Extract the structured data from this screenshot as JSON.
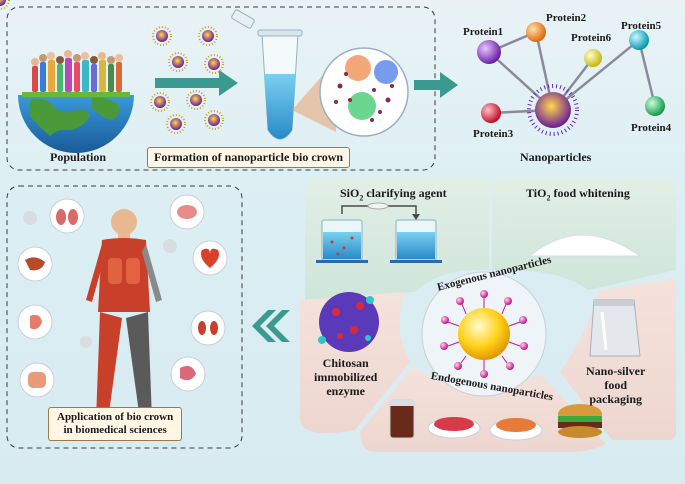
{
  "top": {
    "population_label": "Population",
    "bio_crown_label": "Formation of nanoparticle bio crown",
    "nanoparticles_label": "Nanoparticles",
    "proteins": [
      {
        "label": "Protein1",
        "color": "#8b3fc7"
      },
      {
        "label": "Protein2",
        "color": "#f08a1e"
      },
      {
        "label": "Protein3",
        "color": "#d8263a"
      },
      {
        "label": "Protein4",
        "color": "#2fb36a"
      },
      {
        "label": "Protein5",
        "color": "#19b7c8"
      },
      {
        "label": "Protein6",
        "color": "#d8d828"
      }
    ]
  },
  "left_panel": {
    "caption_line1": "Application of bio crown",
    "caption_line2": "in biomedical sciences"
  },
  "right_panel": {
    "sio2_prefix": "SiO",
    "sio2_sub": "2",
    "sio2_suffix": " clarifying agent",
    "tio2_prefix": "TiO",
    "tio2_sub": "2",
    "tio2_suffix": " food whitening",
    "center_top": "Exogenous nanoparticles",
    "center_bottom": "Endogenous nanoparticles",
    "chitosan_line1": "Chitosan",
    "chitosan_line2": "immobilized",
    "chitosan_line3": "enzyme",
    "silver_line1": "Nano-silver",
    "silver_line2": "food",
    "silver_line3": "packaging"
  },
  "colors": {
    "arrow": "#3a9a8f",
    "dashed_border": "#3a3a3a",
    "label_box_bg": "#fff6e6"
  }
}
